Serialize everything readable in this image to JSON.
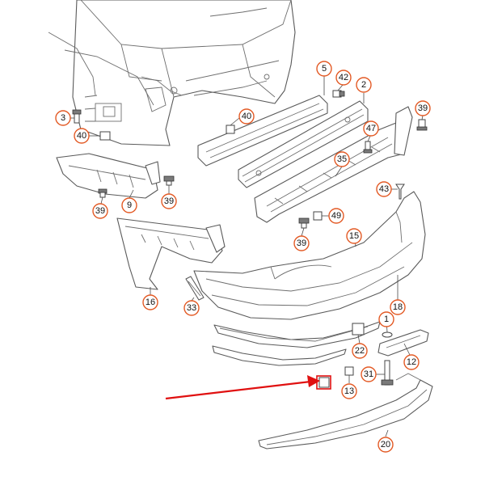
{
  "callouts": [
    {
      "id": "c3",
      "label": "3"
    },
    {
      "id": "c40a",
      "label": "40"
    },
    {
      "id": "c40b",
      "label": "40"
    },
    {
      "id": "c5",
      "label": "5"
    },
    {
      "id": "c42",
      "label": "42"
    },
    {
      "id": "c2",
      "label": "2"
    },
    {
      "id": "c39a",
      "label": "39"
    },
    {
      "id": "c47",
      "label": "47"
    },
    {
      "id": "c35",
      "label": "35"
    },
    {
      "id": "c43",
      "label": "43"
    },
    {
      "id": "c49",
      "label": "49"
    },
    {
      "id": "c39b",
      "label": "39"
    },
    {
      "id": "c15",
      "label": "15"
    },
    {
      "id": "c39c",
      "label": "39"
    },
    {
      "id": "c9",
      "label": "9"
    },
    {
      "id": "c39d",
      "label": "39"
    },
    {
      "id": "c16",
      "label": "16"
    },
    {
      "id": "c33",
      "label": "33"
    },
    {
      "id": "c18",
      "label": "18"
    },
    {
      "id": "c1",
      "label": "1"
    },
    {
      "id": "c22",
      "label": "22"
    },
    {
      "id": "c12",
      "label": "12"
    },
    {
      "id": "c31",
      "label": "31"
    },
    {
      "id": "c13",
      "label": "13"
    },
    {
      "id": "c20",
      "label": "20"
    }
  ],
  "colors": {
    "callout_ring": "#e35a25",
    "pointer_arrow": "#e01010",
    "line_art": "#5a5a5a"
  }
}
